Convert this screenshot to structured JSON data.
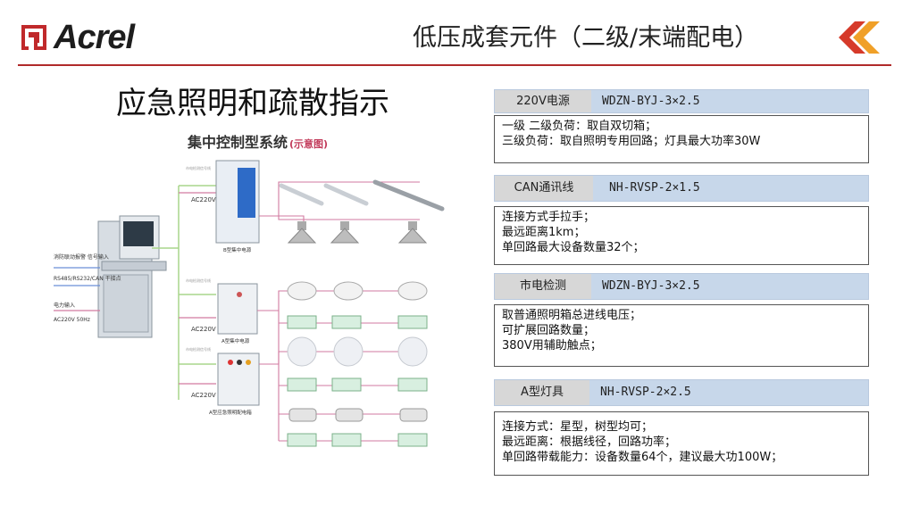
{
  "header": {
    "brand": "Acrel",
    "title": "低压成套元件（二级/末端配电）",
    "colors": {
      "brand_red": "#c0292b",
      "chevron_red": "#d63a2a",
      "chevron_orange": "#f0a028",
      "rule": "#b02a2a"
    }
  },
  "left": {
    "main_title": "应急照明和疏散指示",
    "sub_title": "集中控制型系统",
    "sub_title_note": "(示意图)",
    "diagram": {
      "label_fire": "消防联动报警\n信号输入",
      "label_rs485": "RS485/RS232/CAN\n干接点",
      "label_power_in": "电力输入",
      "label_ac_in": "AC220V\n50Hz",
      "ac_b": "AC220V",
      "ac_a": "AC220V",
      "ac_c": "AC220V",
      "cab_b": "B型集中电源",
      "cab_a": "A型集中电源",
      "cab_c": "A型应急照明配电箱",
      "tiny_1": "市电检测信号线",
      "tiny_2": "市电检测信号线",
      "tiny_3": "市电检测信号线"
    }
  },
  "panels": [
    {
      "tag": "220V电源",
      "spec": "WDZN-BYJ-3×2.5",
      "lines": [
        "一级 二级负荷：取自双切箱；",
        "三级负荷：取自照明专用回路；灯具最大功率30W"
      ]
    },
    {
      "tag": "CAN通讯线",
      "spec": "NH-RVSP-2×1.5",
      "lines": [
        "连接方式手拉手；",
        "最远距离1km；",
        "单回路最大设备数量32个；"
      ]
    },
    {
      "tag": "市电检测",
      "spec": "WDZN-BYJ-3×2.5",
      "lines": [
        "取普通照明箱总进线电压；",
        "可扩展回路数量；",
        "380V用辅助触点；"
      ]
    },
    {
      "tag": "A型灯具",
      "spec": "NH-RVSP-2×2.5",
      "lines": [
        "连接方式：星型，树型均可；",
        "最远距离：根据线径，回路功率；",
        "单回路带载能力：设备数量64个，建议最大功100W；"
      ]
    }
  ]
}
